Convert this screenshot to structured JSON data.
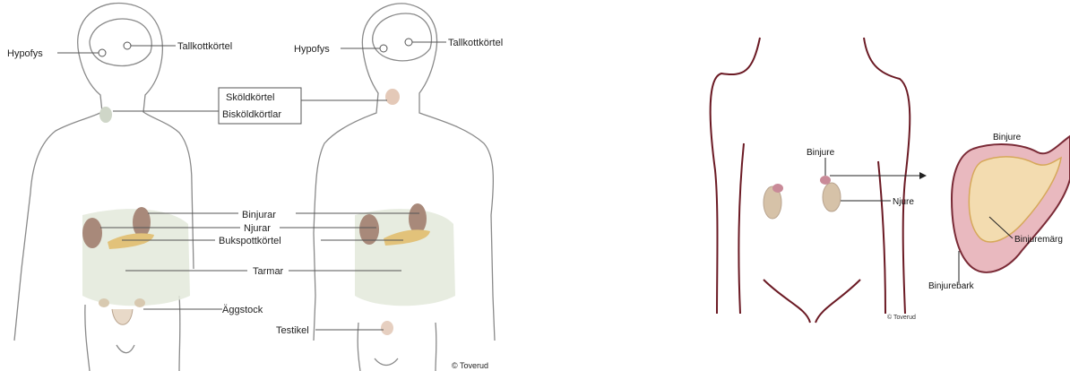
{
  "left_panel": {
    "female": {
      "hypofys": "Hypofys",
      "tallkottkortel": "Tallkottkörtel",
      "aggstock": "Äggstock"
    },
    "male": {
      "hypofys": "Hypofys",
      "tallkottkortel": "Tallkottkörtel",
      "testikel": "Testikel"
    },
    "center": {
      "skoldkortel": "Sköldkörtel",
      "biskoldkortlar": "Bisköldkörtlar",
      "binjurar": "Binjurar",
      "njurar": "Njurar",
      "bukspottkortel": "Bukspottkörtel",
      "tarmar": "Tarmar"
    },
    "credit": "© Toverud"
  },
  "right_panel": {
    "binjure_label": "Binjure",
    "njure_label": "Njure",
    "credit": "© Toverud",
    "detail": {
      "title": "Binjure",
      "medulla": "Binjuremärg",
      "cortex": "Binjurebark"
    }
  },
  "colors": {
    "body_outline_left": "#8a8a8a",
    "body_outline_right": "#6b1a24",
    "kidney": "#a88a78",
    "adrenal": "#c98a98",
    "pancreas": "#e2c27a",
    "intestine": "#dfe6d4",
    "cortex": "#e9b9bf",
    "medulla": "#f3dcb0"
  }
}
